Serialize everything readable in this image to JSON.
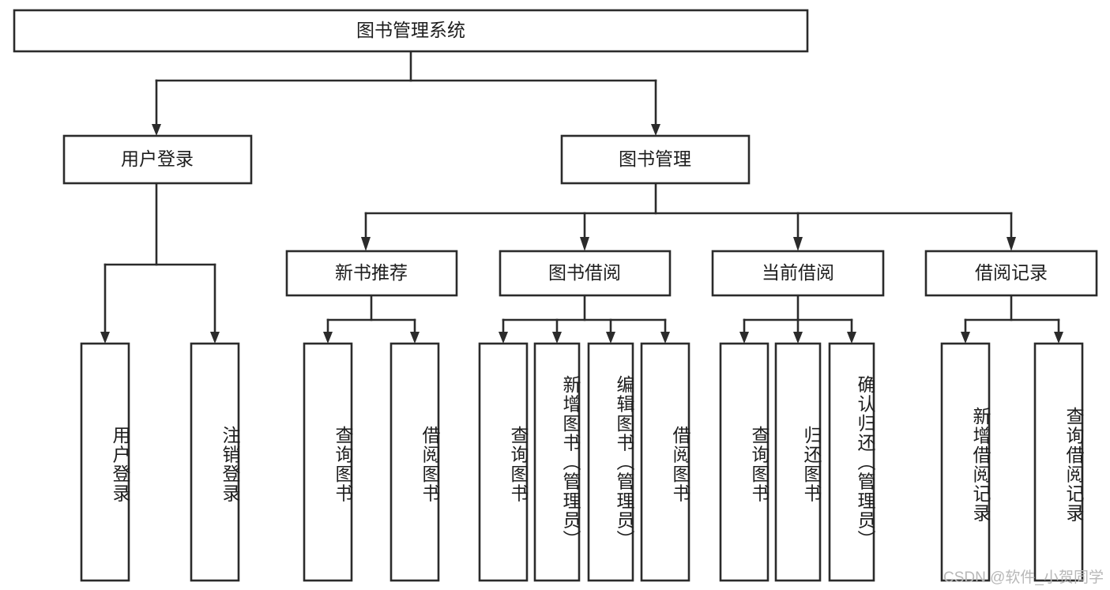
{
  "diagram": {
    "title": "图书管理系统",
    "type": "tree-hierarchy-chart",
    "watermark": "CSDN @软件_小贺同学",
    "accent_color": "#2b2b2b",
    "background_color": "#ffffff",
    "box_fill": "#ffffff"
  },
  "nodes": {
    "root": {
      "label": "图书管理系统",
      "orientation": "horizontal"
    },
    "level2": [
      {
        "label": "用户登录",
        "orientation": "horizontal"
      },
      {
        "label": "图书管理",
        "orientation": "horizontal"
      }
    ],
    "level3": [
      {
        "label": "新书推荐",
        "orientation": "horizontal"
      },
      {
        "label": "图书借阅",
        "orientation": "horizontal"
      },
      {
        "label": "当前借阅",
        "orientation": "horizontal"
      },
      {
        "label": "借阅记录",
        "orientation": "horizontal"
      }
    ],
    "leaves": {
      "user_login": [
        {
          "label": "用户登录",
          "orientation": "vertical"
        },
        {
          "label": "注销登录",
          "orientation": "vertical"
        }
      ],
      "new_book_recommend": [
        {
          "label": "查询图书",
          "orientation": "vertical"
        },
        {
          "label": "借阅图书",
          "orientation": "vertical"
        }
      ],
      "book_borrow": [
        {
          "label": "查询图书",
          "orientation": "vertical"
        },
        {
          "label": "新增图书（管理员）",
          "orientation": "vertical"
        },
        {
          "label": "编辑图书（管理员）",
          "orientation": "vertical"
        },
        {
          "label": "借阅图书",
          "orientation": "vertical"
        }
      ],
      "current_borrow": [
        {
          "label": "查询图书",
          "orientation": "vertical"
        },
        {
          "label": "归还图书",
          "orientation": "vertical"
        },
        {
          "label": "确认归还（管理员）",
          "orientation": "vertical"
        }
      ],
      "borrow_record": [
        {
          "label": "新增借阅记录",
          "orientation": "vertical"
        },
        {
          "label": "查询借阅记录",
          "orientation": "vertical"
        }
      ]
    }
  }
}
